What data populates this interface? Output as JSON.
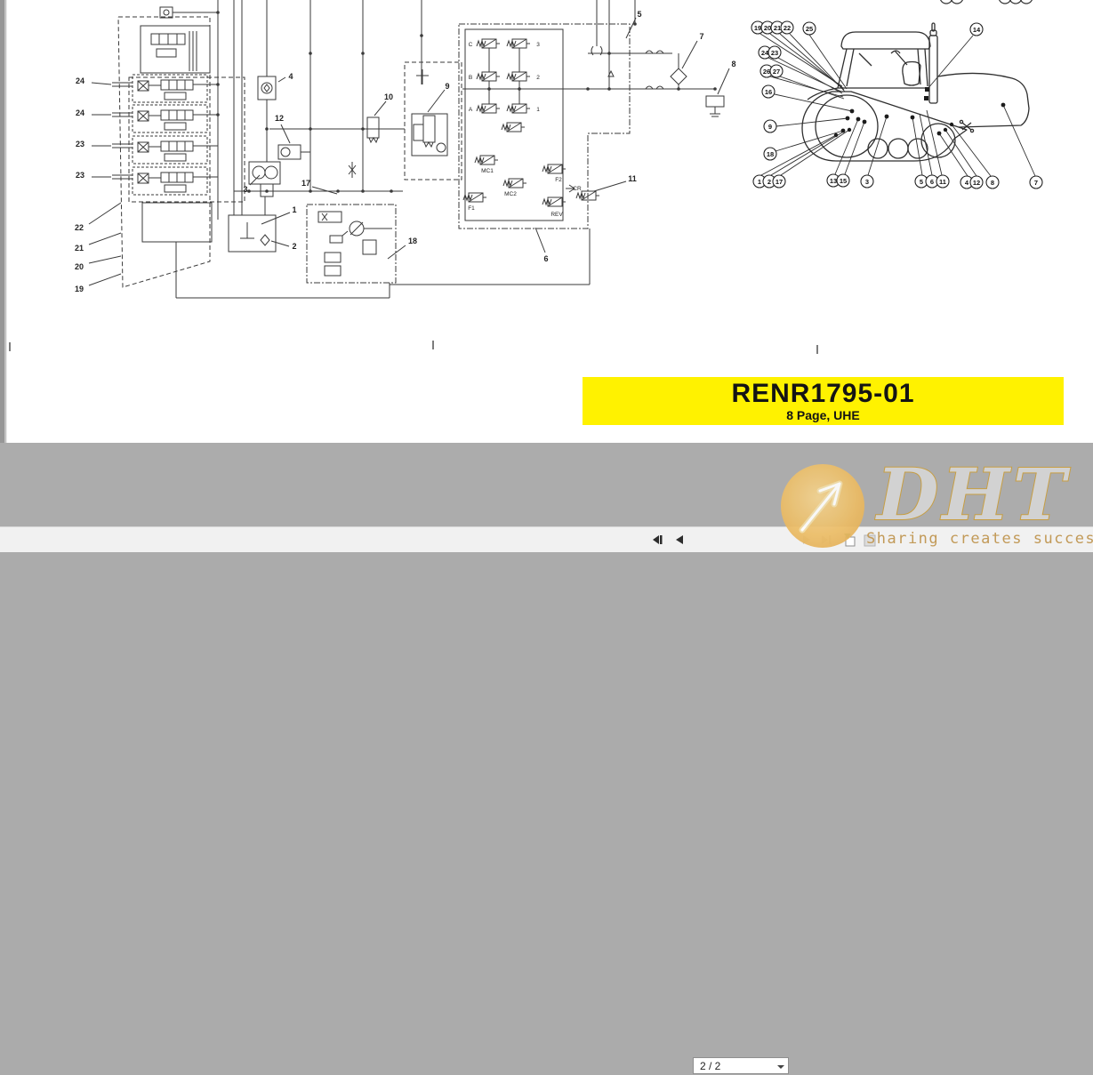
{
  "document": {
    "banner": {
      "title": "RENR1795-01",
      "subtitle": "8 Page, UHE",
      "bg_color": "#FFF200"
    },
    "schematic": {
      "description": "hydraulic-schematic-line-art",
      "callouts": [
        "24",
        "24",
        "23",
        "23",
        "22",
        "21",
        "20",
        "19",
        "4",
        "12",
        "3",
        "17",
        "1",
        "2",
        "18",
        "10",
        "9",
        "5",
        "6",
        "11",
        "7",
        "8"
      ],
      "valve_labels": [
        "C",
        "B",
        "A",
        "3",
        "2",
        "1",
        "MC1",
        "MC2",
        "F1",
        "F2",
        "REV",
        "CR"
      ]
    },
    "tractor": {
      "description": "track-type-tractor-callout-figure",
      "callouts": [
        "19",
        "20",
        "21",
        "22",
        "25",
        "24",
        "23",
        "26",
        "27",
        "16",
        "9",
        "18",
        "1",
        "2",
        "17",
        "13",
        "15",
        "3",
        "5",
        "6",
        "11",
        "4",
        "12",
        "8",
        "7",
        "14"
      ]
    }
  },
  "toolbar": {
    "page_field": "2 / 2",
    "icons": [
      "first-page",
      "previous-page",
      "next-page",
      "last-page",
      "snapshot"
    ]
  },
  "watermark": {
    "logo": "DHT",
    "slogan": "Sharing creates success",
    "accent_color": "#c79e43"
  }
}
